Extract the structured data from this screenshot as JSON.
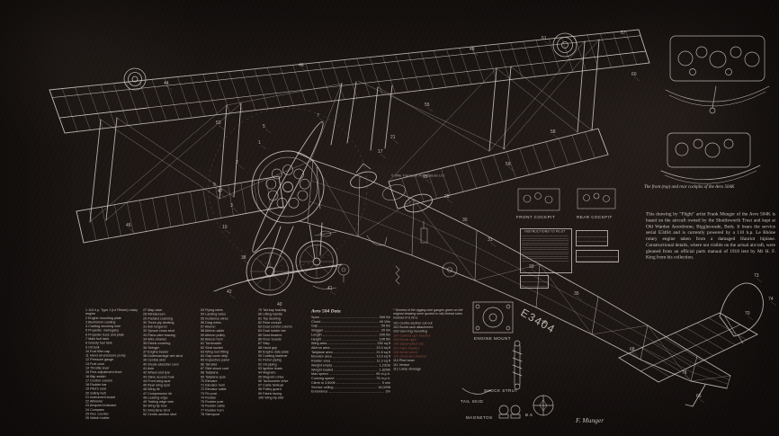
{
  "colors": {
    "ink": "#d8d1c9",
    "dim": "#b7afa6",
    "red": "#8a4a3e",
    "background": "#1a1412"
  },
  "copyright": "© Iliffe Transport Publications Ltd",
  "cockpit_caption": "The front (top) and rear cockpits of the Avro 504K",
  "description": "This drawing by \"Flight\" artist Frank Munger of the Avro 504K is based on the aircraft owned by the Shuttleworth Trust and kept at Old Warden Aerodrome, Biggleswade, Beds. It bears the service serial E3404 and is currently powered by a 110 h.p. Le Rhône rotary engine taken from a damaged Hanriot biplane. Constructional details, where not visible on the actual aircraft, were gleaned from an official parts manual of 1918 lent by Mr H. F. King from his collection.",
  "labels": {
    "front_cockpit": "FRONT COCKPIT",
    "rear_cockpit": "REAR COCKPIT",
    "engine_mount": "ENGINE MOUNT",
    "shock_strut": "SHOCK STRUT",
    "tail_skid": "TAIL SKID",
    "magnetos": "MAGNETOS",
    "magneto_type": "B.6",
    "signature": "F. Munger",
    "serial": "E3404",
    "instructions_title": "INSTRUCTIONS TO PILOT"
  },
  "data_table": {
    "title": "Avro 504 Data",
    "rows": [
      [
        "Span",
        "36ft 0in"
      ],
      [
        "Chord",
        "4ft 10in"
      ],
      [
        "Gap",
        "5ft 6in"
      ],
      [
        "Stagger",
        "2ft 0in"
      ],
      [
        "Length",
        "29ft 5in"
      ],
      [
        "Height",
        "10ft 5in"
      ],
      [
        "Wing area",
        "330 sq ft"
      ],
      [
        "Aileron area",
        "23.4 sq ft"
      ],
      [
        "Tailplane area",
        "21.8 sq ft"
      ],
      [
        "Elevator area",
        "13.9 sq ft"
      ],
      [
        "Rudder area",
        "11.3 sq ft"
      ],
      [
        "Weight empty",
        "1,231lb"
      ],
      [
        "Weight loaded",
        "1,829lb"
      ],
      [
        "Max speed",
        "95 m.p.h."
      ],
      [
        "Cruising speed",
        "75 m.p.h."
      ],
      [
        "Climb to 3,500ft",
        "5 min"
      ],
      [
        "Service ceiling",
        "16,000ft"
      ],
      [
        "Endurance",
        "3hr"
      ]
    ]
  },
  "parts_columns": [
    [
      "1 110 h.p. Type J (Le Rhône) rotary engine",
      "2 Engine mounting plate",
      "3 Aluminium cowling",
      "4 Cowling securing wire",
      "5 Propeller, mahogany",
      "6 Propeller boss and plate",
      "7 Main fuel tank",
      "8 Gravity fuel tank",
      "9 Oil tank",
      "10 Fuel filler cap",
      "11 Hand air-pressure pump",
      "12 Pressure gauge",
      "13 Fuel cock",
      "14 Throttle lever",
      "15 Fine-adjustment lever",
      "16 Blip switch",
      "17 Control column",
      "18 Rudder bar",
      "19 Pilot's seat",
      "20 Safety belt",
      "21 Instrument board",
      "22 Altimeter",
      "23 Airspeed indicator",
      "24 Compass",
      "25 Rev. counter",
      "26 Watch holder"
    ],
    [
      "27 Map case",
      "28 Windscreen",
      "29 Padded coaming",
      "30 Three-ply decking",
      "31 Ash longeron",
      "32 Spruce cross strut",
      "33 Piano-wire bracing",
      "34 Wire strainer",
      "35 Fabric covering",
      "36 Stringer",
      "37 Engine bearer",
      "38 Undercarriage vee strut",
      "39 Central skid",
      "40 Shock-absorber cord",
      "41 Axle",
      "42 Wheel and tyre",
      "43 Valve access hole",
      "44 Front wing spar",
      "45 Rear wing spar",
      "46 Wing rib",
      "47 Compression rib",
      "48 Leading edge",
      "49 Trailing edge wire",
      "50 Wing-tip bow",
      "51 Interplane strut",
      "52 Centre-section strut"
    ],
    [
      "53 Flying wires",
      "54 Landing wires",
      "55 Incidence wires",
      "56 Drag wires",
      "57 Aileron",
      "58 Aileron cable",
      "59 Aileron pulley",
      "60 Aileron horn",
      "61 Turnbuckle",
      "62 Strut socket",
      "63 Wing-root fitting",
      "64 Gap cover strip",
      "65 Inspection panel",
      "66 Tail skid",
      "67 Skid shock cord",
      "68 Tailplane",
      "69 Tailplane spar",
      "70 Elevator",
      "71 Elevator horn",
      "72 Elevator cable",
      "73 Fin post",
      "74 Rudder",
      "75 Rudder post",
      "76 Rudder cable",
      "77 Rudder horn",
      "78 Sternpost"
    ],
    [
      "79 Tail-bay bracing",
      "80 Lifting handle",
      "81 Top decking",
      "82 Rear cockpit",
      "83 Dual control column",
      "84 Dual rudder bar",
      "85 Seat bearers",
      "86 Floor boards",
      "87 Step",
      "88 Hand grip",
      "89 Engine data plate",
      "90 Cowling fastener",
      "91 Petrol piping",
      "92 Oil piping",
      "93 Ignition leads",
      "94 Magneto",
      "95 Magneto drive",
      "96 Tachometer drive",
      "97 Cable fairlead",
      "98 Pulley guard",
      "99 Fabric lacing",
      "100 Wing-tip skid"
    ]
  ],
  "extra_column": {
    "note": "* Several of the rigging-wire gauges given on the original drawing were quoted in mid-thread sizes instead of S.W.G.",
    "items": [
      "101 Centre-section cut-out",
      "102 Bomb-rack attachment",
      "103 Gun-ring mounting",
      "104 Camera-gun bracket",
      "105 Bomb sight",
      "106 Signal-pistol clip",
      "107 Flare bracket",
      "108 Aerial winch",
      "109 Generator bracket",
      "110 Pitot head",
      "111 Venturi",
      "112 Lamp stowage"
    ]
  },
  "red_numbers": [
    104,
    105,
    106,
    107,
    108,
    109
  ],
  "callouts": [
    [
      "1",
      287,
      160
    ],
    [
      "2",
      262,
      182
    ],
    [
      "3",
      256,
      230
    ],
    [
      "5",
      292,
      142
    ],
    [
      "7",
      352,
      130
    ],
    [
      "9",
      237,
      207
    ],
    [
      "10",
      247,
      254
    ],
    [
      "17",
      420,
      170
    ],
    [
      "19",
      470,
      198
    ],
    [
      "21",
      434,
      154
    ],
    [
      "28",
      494,
      220
    ],
    [
      "30",
      514,
      246
    ],
    [
      "44",
      182,
      94
    ],
    [
      "46",
      332,
      74
    ],
    [
      "48",
      522,
      56
    ],
    [
      "51",
      602,
      44
    ],
    [
      "53",
      240,
      138
    ],
    [
      "55",
      472,
      118
    ],
    [
      "57",
      690,
      38
    ],
    [
      "60",
      702,
      84
    ],
    [
      "45",
      140,
      252
    ],
    [
      "47",
      242,
      214
    ],
    [
      "58",
      612,
      148
    ],
    [
      "59",
      562,
      184
    ],
    [
      "38",
      268,
      288
    ],
    [
      "40",
      308,
      340
    ],
    [
      "41",
      364,
      322
    ],
    [
      "42",
      252,
      326
    ],
    [
      "31",
      542,
      268
    ],
    [
      "33",
      588,
      298
    ],
    [
      "35",
      638,
      328
    ],
    [
      "36",
      602,
      360
    ],
    [
      "66",
      774,
      442
    ],
    [
      "68",
      700,
      390
    ],
    [
      "70",
      828,
      350
    ],
    [
      "73",
      838,
      308
    ],
    [
      "74",
      854,
      334
    ],
    [
      "78",
      758,
      416
    ]
  ]
}
